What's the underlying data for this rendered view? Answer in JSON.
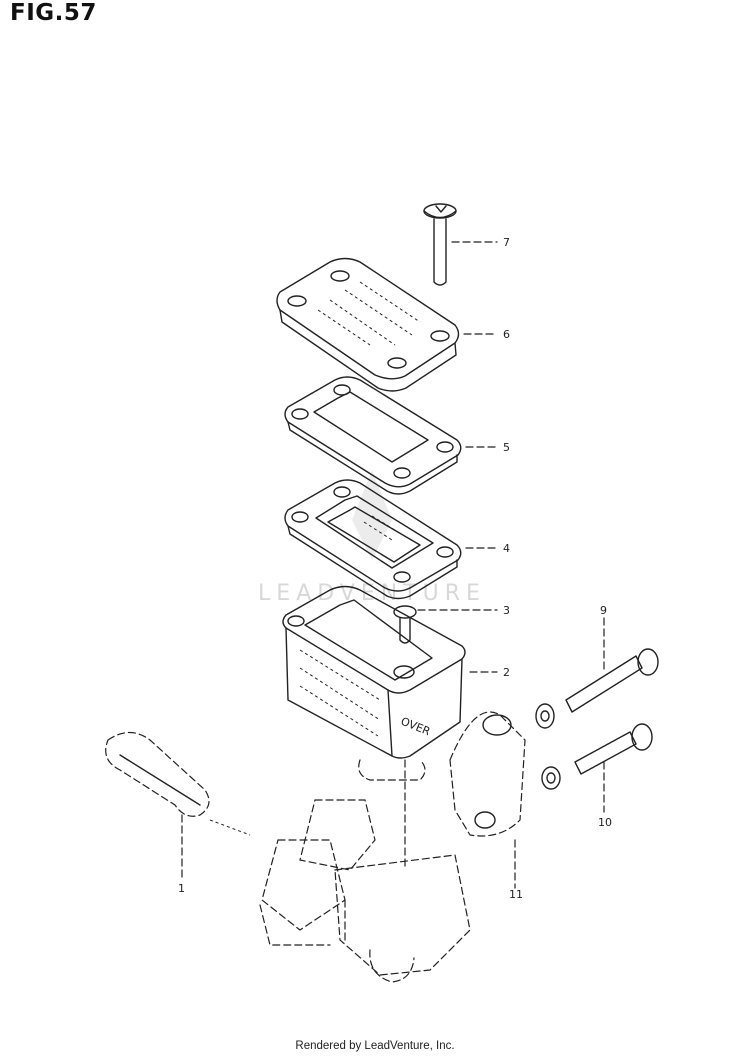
{
  "header": {
    "figure_title": "FIG.57"
  },
  "callouts": [
    {
      "id": "label-7",
      "text": "7"
    },
    {
      "id": "label-6",
      "text": "6"
    },
    {
      "id": "label-5",
      "text": "5"
    },
    {
      "id": "label-4",
      "text": "4"
    },
    {
      "id": "label-3",
      "text": "3"
    },
    {
      "id": "label-2",
      "text": "2"
    },
    {
      "id": "label-9",
      "text": "9"
    },
    {
      "id": "label-10",
      "text": "10"
    },
    {
      "id": "label-11",
      "text": "11"
    },
    {
      "id": "label-1",
      "text": "1"
    }
  ],
  "part_marking": "OVER",
  "watermark": {
    "text": "LEADVENTURE"
  },
  "footer": {
    "text": "Rendered by LeadVenture, Inc."
  }
}
